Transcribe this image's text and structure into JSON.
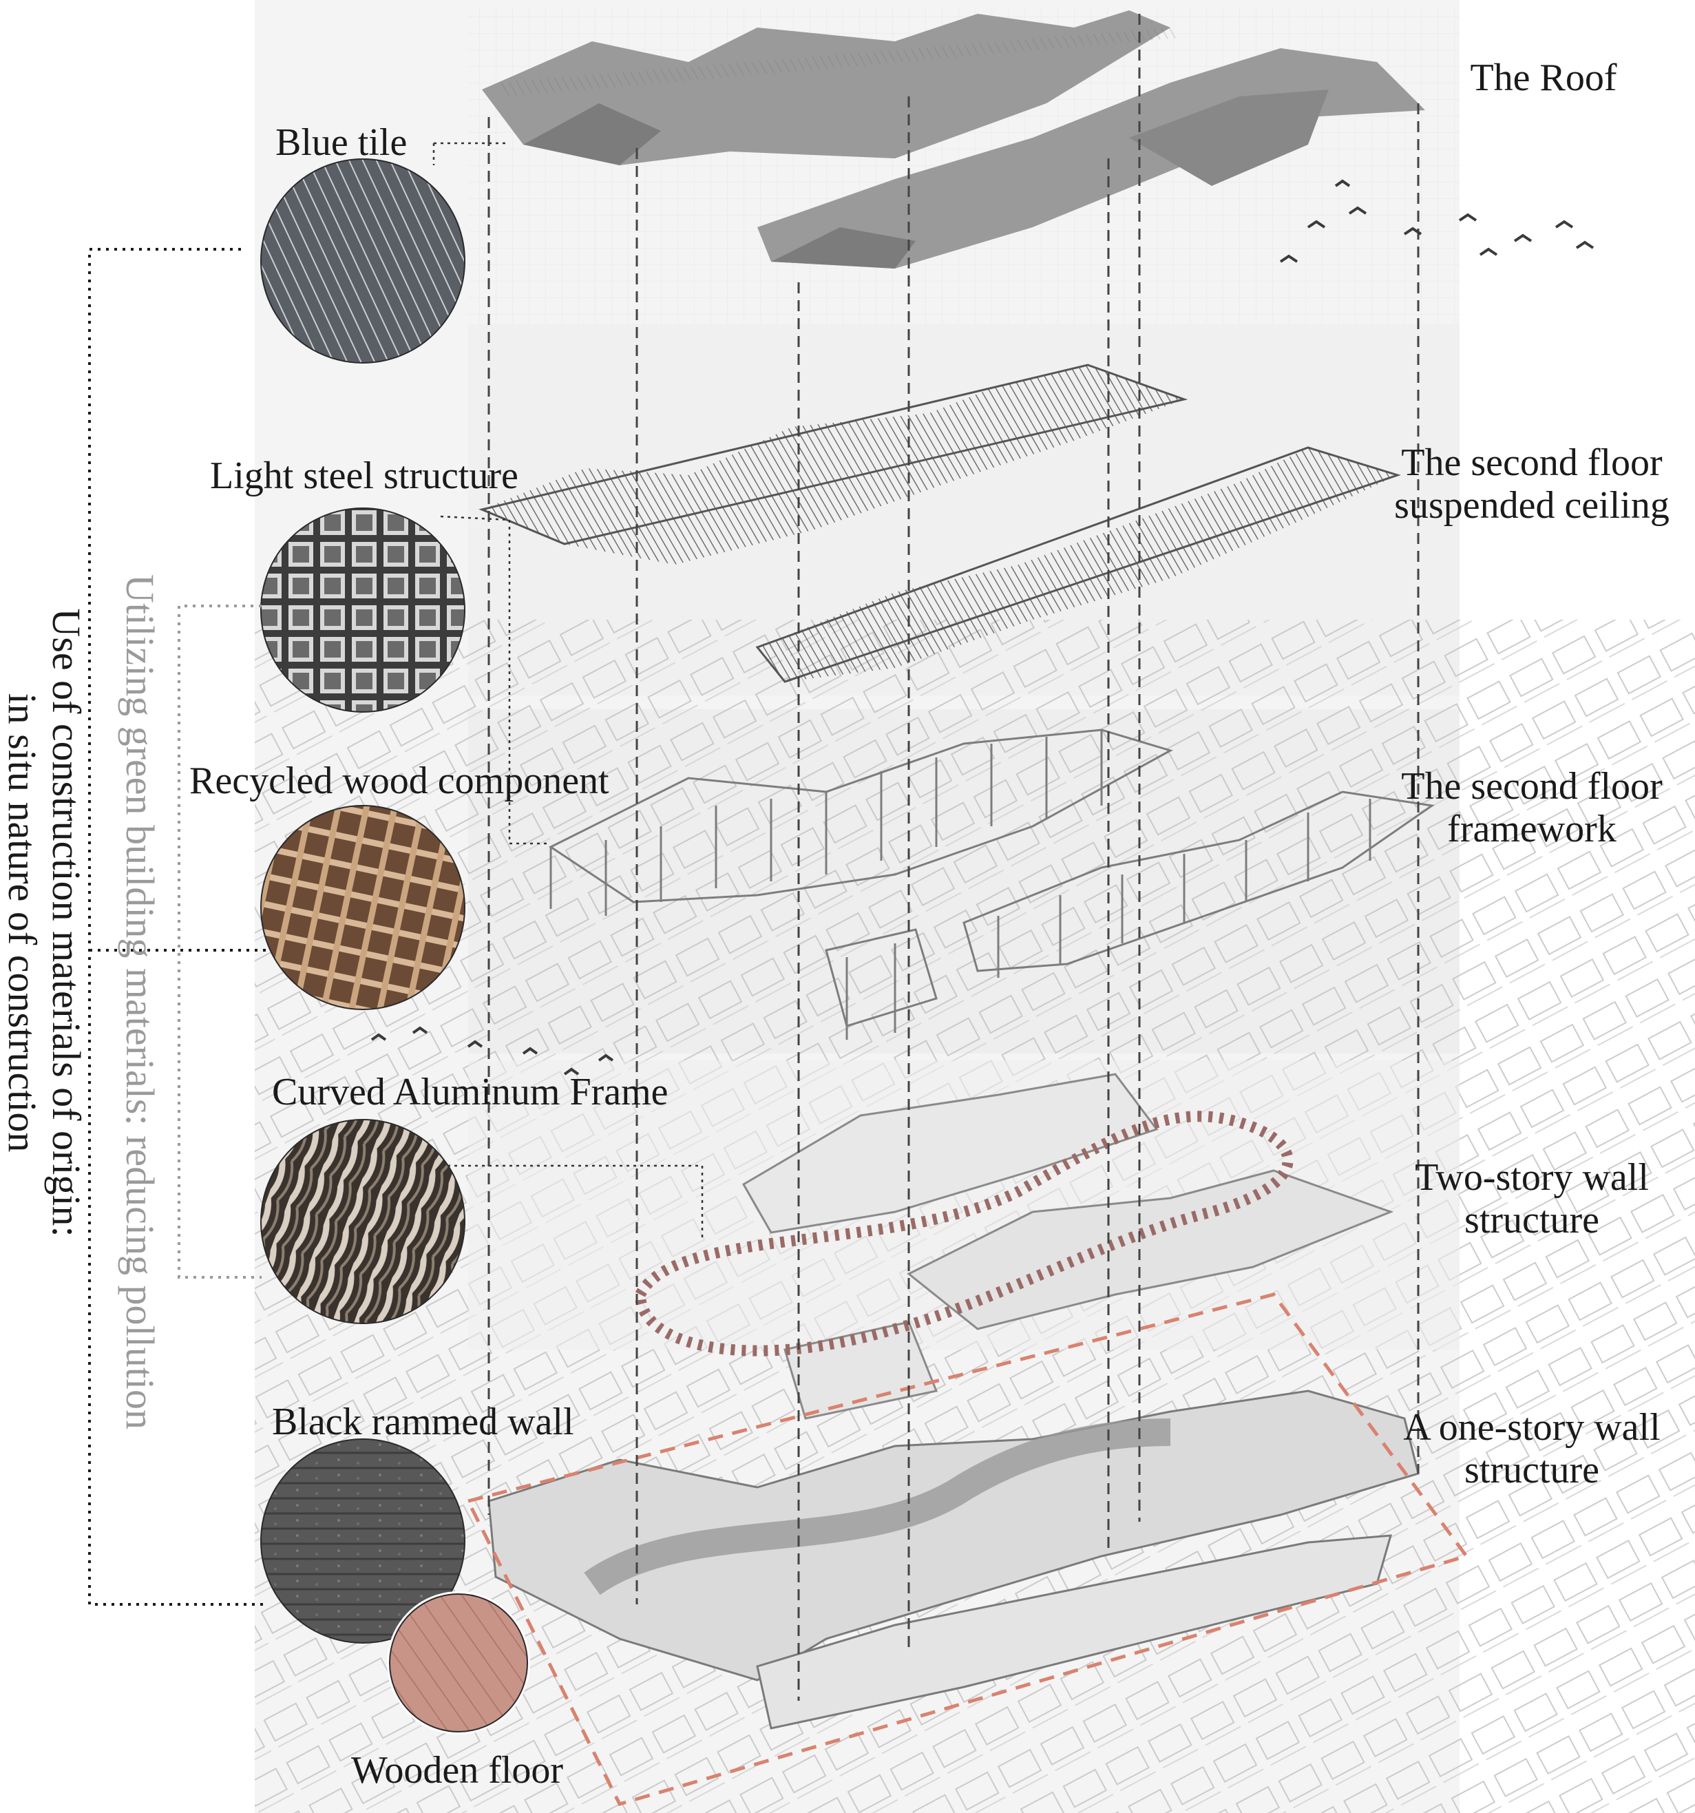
{
  "layers": [
    {
      "id": "roof",
      "lines": [
        "The Roof"
      ]
    },
    {
      "id": "ceiling",
      "lines": [
        "The second floor",
        "suspended ceiling"
      ]
    },
    {
      "id": "framework",
      "lines": [
        "The second floor",
        "framework"
      ]
    },
    {
      "id": "two-story",
      "lines": [
        "Two-story wall",
        "structure"
      ]
    },
    {
      "id": "one-story",
      "lines": [
        "A one-story wall",
        "structure"
      ]
    }
  ],
  "materials": [
    {
      "id": "blue-tile",
      "label": "Blue tile"
    },
    {
      "id": "light-steel",
      "label": "Light steel structure"
    },
    {
      "id": "recycled-wood",
      "label": "Recycled wood component"
    },
    {
      "id": "curved-aluminum",
      "label": "Curved Aluminum Frame"
    },
    {
      "id": "black-rammed",
      "label": "Black rammed wall"
    },
    {
      "id": "wooden-floor",
      "label": "Wooden floor"
    }
  ],
  "side_notes": {
    "green": "Utilizing green building materials: reducing pollution",
    "origin_line1": "Use of construction materials of origin:",
    "origin_line2": "in situ nature of construction"
  },
  "colors": {
    "roof": "#8e8e8e",
    "steel": "#7a7a7a",
    "wood_frame": "#8a8a8a",
    "aluminum": "#9b6a66",
    "site_outline": "#d9826f",
    "paper": "#f1f1f1",
    "guide": "#333333"
  }
}
